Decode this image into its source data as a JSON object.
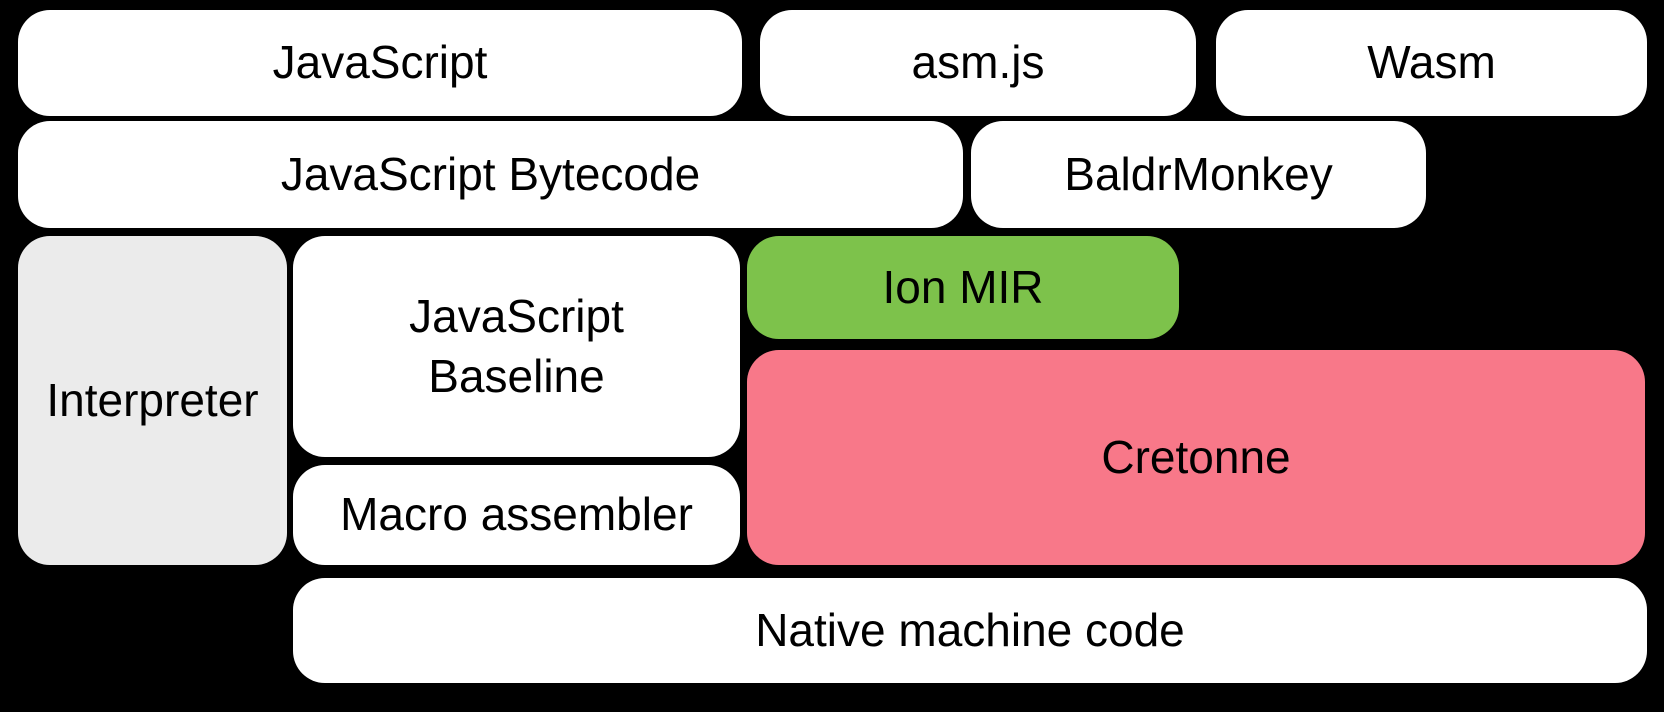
{
  "diagram": {
    "blocks": {
      "javascript": {
        "label": "JavaScript"
      },
      "asmjs": {
        "label": "asm.js"
      },
      "wasm": {
        "label": "Wasm"
      },
      "bytecode": {
        "label": "JavaScript Bytecode"
      },
      "baldrmonkey": {
        "label": "BaldrMonkey"
      },
      "interpreter": {
        "label": "Interpreter"
      },
      "baseline": {
        "label": "JavaScript\nBaseline"
      },
      "ionmir": {
        "label": "Ion MIR"
      },
      "cretonne": {
        "label": "Cretonne"
      },
      "macro": {
        "label": "Macro assembler"
      },
      "native": {
        "label": "Native machine code"
      }
    },
    "colors": {
      "background": "#000000",
      "box_default": "#FFFFFF",
      "interpreter_box": "#EBEBEB",
      "ion_mir_box": "#7DC24B",
      "cretonne_box": "#F87889",
      "text": "#000000"
    }
  }
}
